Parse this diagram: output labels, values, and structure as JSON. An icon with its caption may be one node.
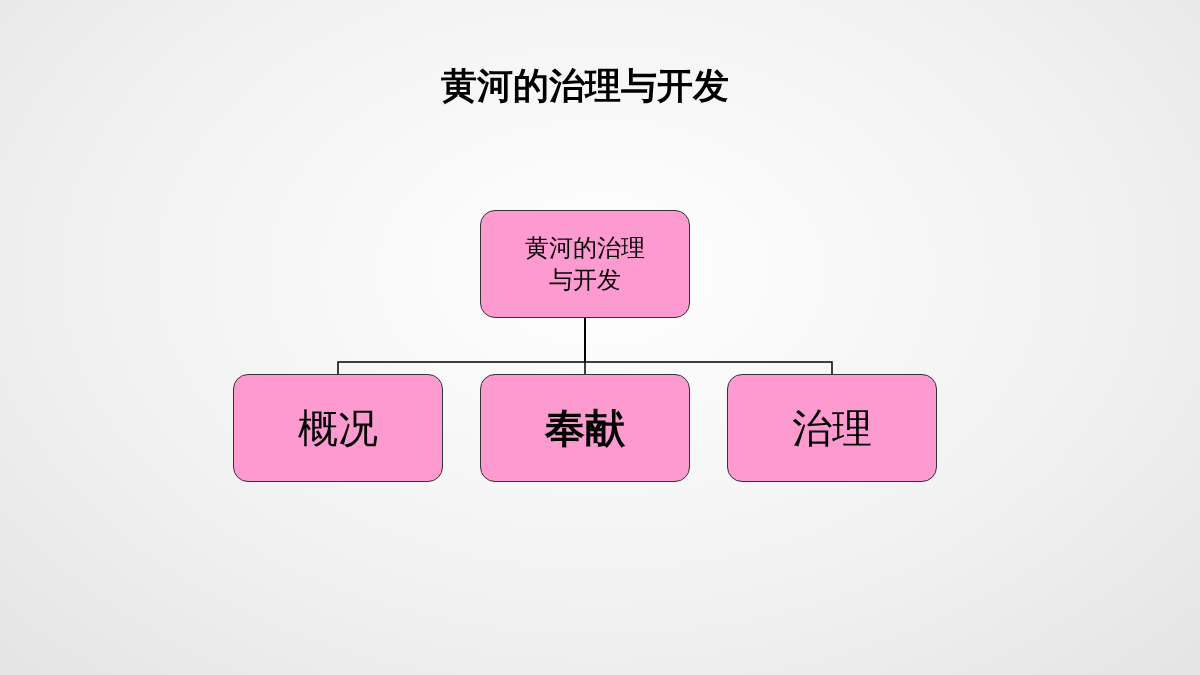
{
  "diagram": {
    "title": "黄河的治理与开发",
    "nodes": [
      {
        "text": [
          "黄河的治理与开发"
        ]
      },
      {
        "text": [
          "概况"
        ]
      },
      {
        "text": [
          "奉献"
        ]
      },
      {
        "text": [
          "治理"
        ]
      }
    ],
    "edges": [
      {
        "from": 0,
        "to": 1,
        "arrow": "none"
      },
      {
        "from": 0,
        "to": 2,
        "arrow": "none"
      },
      {
        "from": 0,
        "to": 3,
        "arrow": "none"
      }
    ]
  }
}
